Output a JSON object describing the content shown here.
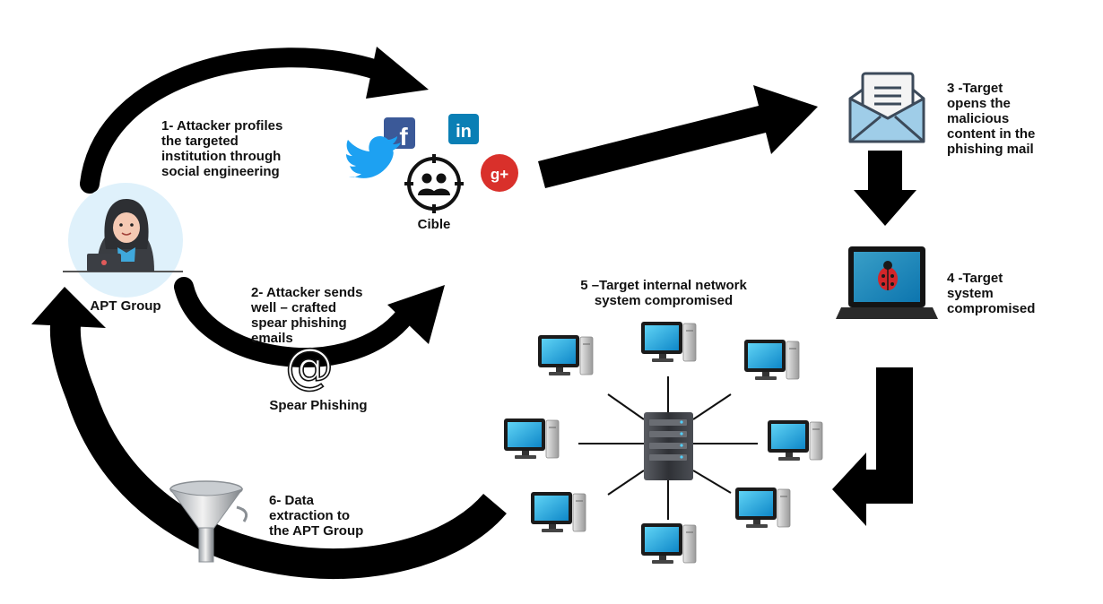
{
  "diagram": {
    "nodes": {
      "apt_group": {
        "label": "APT Group"
      },
      "cible": {
        "label": "Cible"
      },
      "spear_phishing": {
        "label": "Spear Phishing"
      }
    },
    "steps": {
      "step1": "1- Attacker profiles\nthe targeted\ninstitution through\nsocial engineering",
      "step2": "2- Attacker sends\nwell – crafted\nspear phishing\nemails",
      "step3": "3 -Target\nopens the\nmalicious\ncontent  in the\nphishing mail",
      "step4": "4 -Target\nsystem\ncompromised",
      "step5": "5 –Target  internal network\nsystem compromised",
      "step6": "6- Data\nextraction to\nthe APT Group"
    },
    "icons": {
      "facebook": "f",
      "linkedin": "in",
      "googleplus": "g+",
      "at_sign": "@"
    },
    "colors": {
      "arrow": "#000000",
      "facebook": "#3b5998",
      "linkedin": "#0a7fb5",
      "twitter": "#1da1f2",
      "googleplus": "#d9302b",
      "screen": "#19a7df",
      "server": "#3d3f44"
    }
  }
}
